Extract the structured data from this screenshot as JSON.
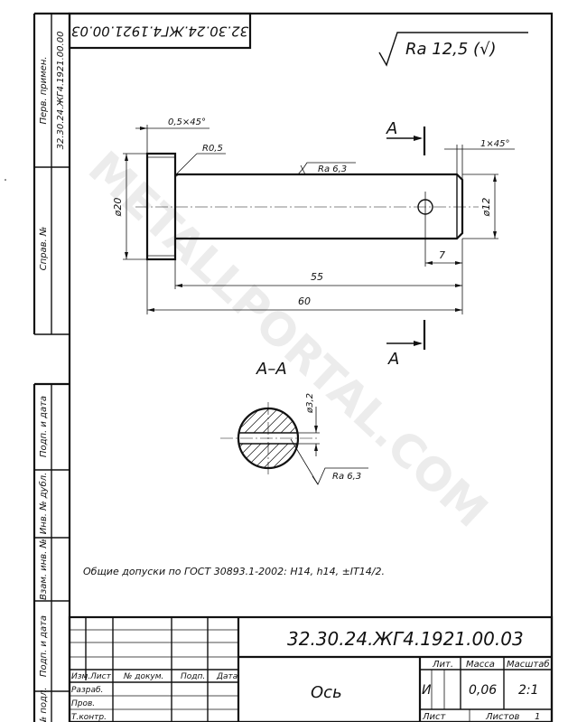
{
  "drawing": {
    "doc_number": "32.30.24.ЖГ4.1921.00.03",
    "doc_number_rotated": "32.30.24.ЖГ4.1921.00.03",
    "roughness_general": "Ra 12,5 (√)",
    "part_name": "Ось",
    "notes": "Общие допуски по ГОСТ 30893.1-2002: H14, h14, ±IT14/2.",
    "section_label": "A–A",
    "cut_mark": "A",
    "watermark": "METALLPORTAL.COM"
  },
  "dimensions": {
    "chamfer_head": "0,5×45°",
    "fillet": "R0,5",
    "roughness_shaft": "Ra 6,3",
    "chamfer_end": "1×45°",
    "dia_head": "ø20",
    "dia_shaft": "ø12",
    "hole_pos": "7",
    "len_shaft": "55",
    "len_total": "60",
    "dia_hole": "ø3,2",
    "roughness_hole": "Ra 6,3"
  },
  "side_labels": {
    "perv_primen": "Перв. примен.",
    "perv_primen_value": "32.30.24.ЖГ4.1921.00.00",
    "sprav_no": "Справ. №",
    "podp_data": "Подп. и дата",
    "inv_dubl": "Инв. № дубл.",
    "vzam_inv": "Взам. инв. №",
    "podp_data2": "Подп. и дата",
    "inv_podl": "Инв. № подл."
  },
  "title_block": {
    "col_izm": "Изм.",
    "col_list": "Лист",
    "col_doc": "№ докум.",
    "col_podp": "Подп.",
    "col_data": "Дата",
    "razrab": "Разраб.",
    "prov": "Пров.",
    "tkontr": "Т.контр.",
    "lit_label": "Лит.",
    "massa_label": "Масса",
    "masshtab_label": "Масштаб",
    "lit_value": "И",
    "massa_value": "0,06",
    "masshtab_value": "2:1",
    "list_label": "Лист",
    "listov_label": "Листов",
    "listov_value": "1"
  }
}
